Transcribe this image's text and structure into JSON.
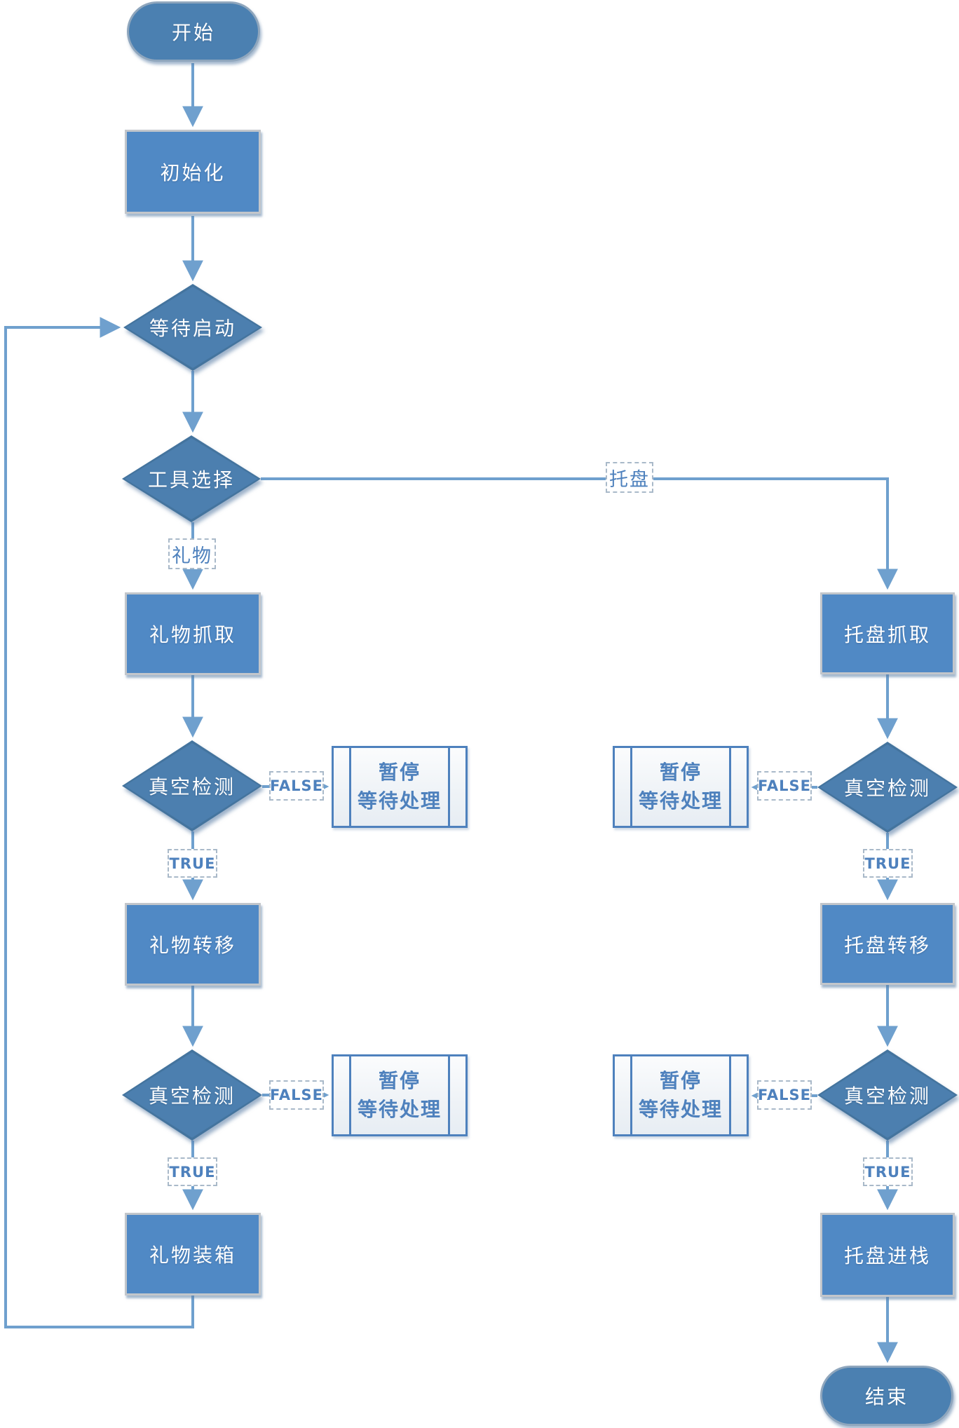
{
  "flowchart": {
    "title": "",
    "labels": {
      "start": "开始",
      "init": "初始化",
      "wait_start": "等待启动",
      "tool_select": "工具选择",
      "gift_grab": "礼物抓取",
      "vacuum_check": "真空检测",
      "pause_line1": "暂停",
      "pause_line2": "等待处理",
      "gift_transfer": "礼物转移",
      "gift_boxing": "礼物装箱",
      "tray_grab": "托盘抓取",
      "tray_transfer": "托盘转移",
      "tray_stack": "托盘进栈",
      "end": "结束",
      "branch_gift": "礼物",
      "branch_tray": "托盘",
      "cond_true": "TRUE",
      "cond_false": "FALSE"
    },
    "colors": {
      "process_fill": "#5089C5",
      "process_border": "#C2C6CB",
      "decision_fill": "#4C7FAF",
      "decision_border": "#44749E",
      "terminator_fill": "#4B80B1",
      "terminator_border": "#8FA6BD",
      "pause_fill": "#F2F5F9",
      "pause_border": "#4E81BD",
      "connector": "#6FA0CE",
      "label_text": "#4E81BD",
      "shape_text": "#FFFFFF"
    },
    "edges": [
      {
        "from": "start",
        "to": "init",
        "label": ""
      },
      {
        "from": "init",
        "to": "wait_start",
        "label": ""
      },
      {
        "from": "wait_start",
        "to": "tool_select",
        "label": ""
      },
      {
        "from": "tool_select",
        "to": "gift_grab",
        "label": "礼物"
      },
      {
        "from": "tool_select",
        "to": "tray_grab",
        "label": "托盘"
      },
      {
        "from": "gift_grab",
        "to": "vacuum_check_gift_1",
        "label": ""
      },
      {
        "from": "vacuum_check_gift_1",
        "to": "pause_gift_1",
        "label": "FALSE"
      },
      {
        "from": "vacuum_check_gift_1",
        "to": "gift_transfer",
        "label": "TRUE"
      },
      {
        "from": "gift_transfer",
        "to": "vacuum_check_gift_2",
        "label": ""
      },
      {
        "from": "vacuum_check_gift_2",
        "to": "pause_gift_2",
        "label": "FALSE"
      },
      {
        "from": "vacuum_check_gift_2",
        "to": "gift_boxing",
        "label": "TRUE"
      },
      {
        "from": "gift_boxing",
        "to": "wait_start",
        "label": ""
      },
      {
        "from": "tray_grab",
        "to": "vacuum_check_tray_1",
        "label": ""
      },
      {
        "from": "vacuum_check_tray_1",
        "to": "pause_tray_1",
        "label": "FALSE"
      },
      {
        "from": "vacuum_check_tray_1",
        "to": "tray_transfer",
        "label": "TRUE"
      },
      {
        "from": "tray_transfer",
        "to": "vacuum_check_tray_2",
        "label": ""
      },
      {
        "from": "vacuum_check_tray_2",
        "to": "pause_tray_2",
        "label": "FALSE"
      },
      {
        "from": "vacuum_check_tray_2",
        "to": "tray_stack",
        "label": "TRUE"
      },
      {
        "from": "tray_stack",
        "to": "end",
        "label": ""
      }
    ]
  }
}
